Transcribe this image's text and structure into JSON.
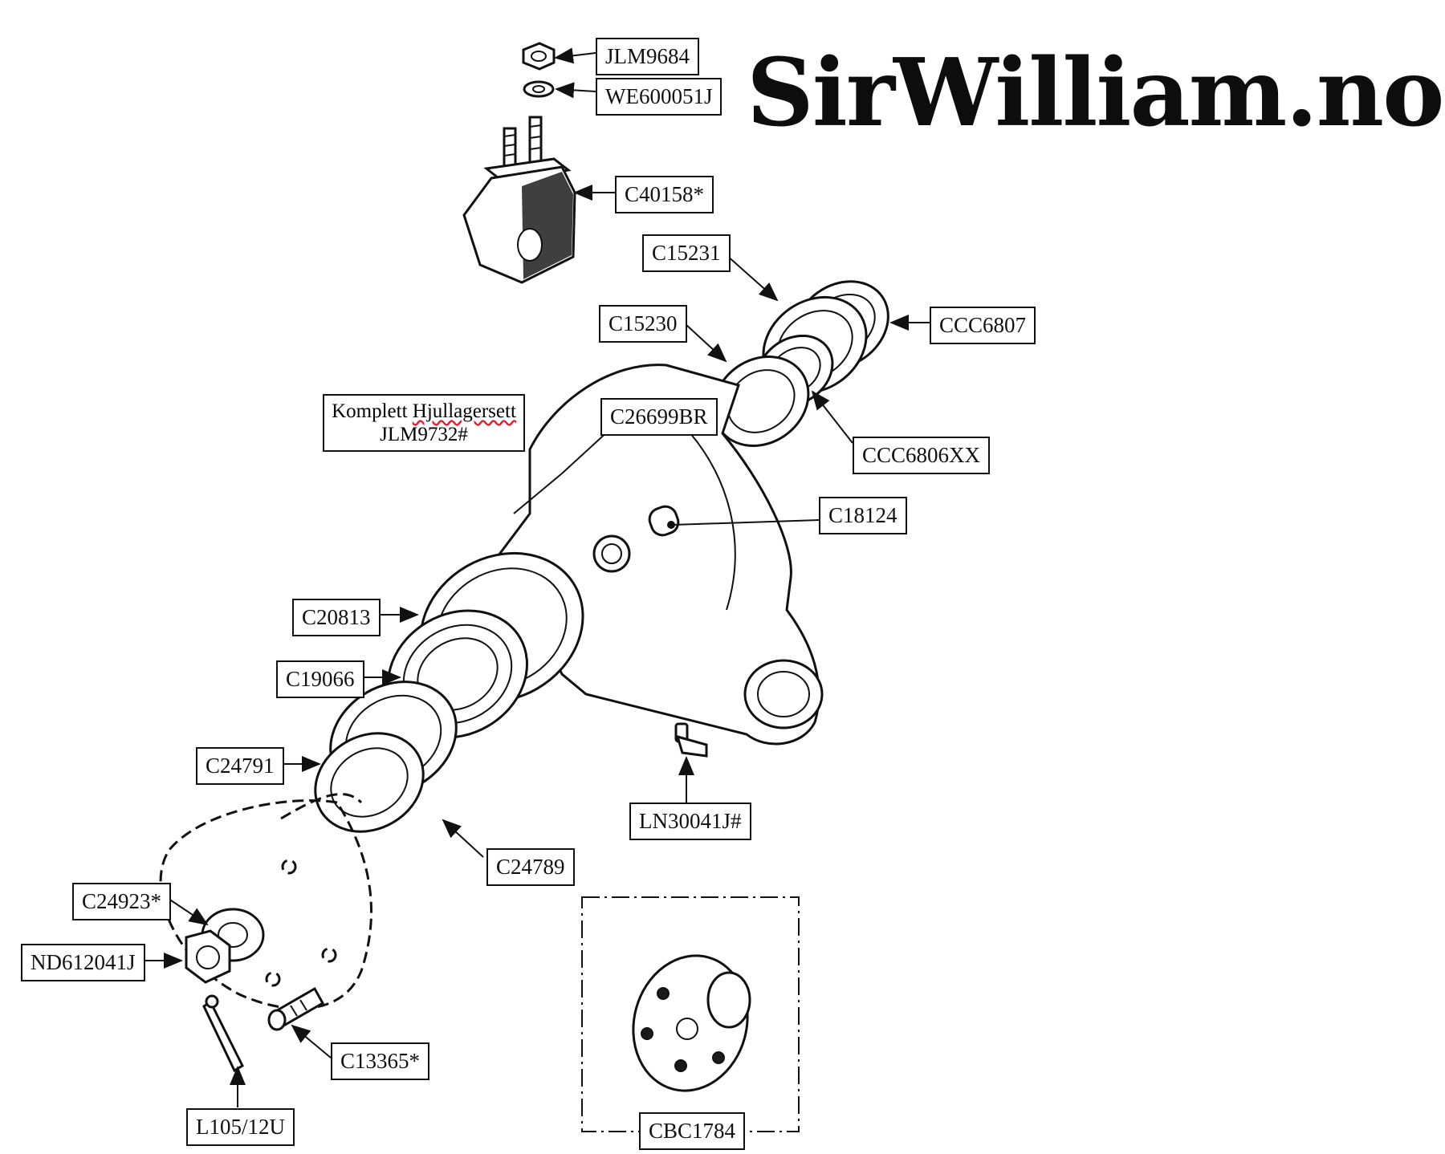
{
  "brand": {
    "text": "SirWilliam.no"
  },
  "kit": {
    "line1_prefix": "Komplett ",
    "line1_word": "Hjullagersett",
    "line2": "JLM9732#"
  },
  "labels": {
    "jlm9684": "JLM9684",
    "we600051j": "WE600051J",
    "c40158": "C40158*",
    "c15231": "C15231",
    "ccc6807": "CCC6807",
    "c15230": "C15230",
    "c26699br": "C26699BR",
    "ccc6806xx": "CCC6806XX",
    "c18124": "C18124",
    "c20813": "C20813",
    "c19066": "C19066",
    "c24791": "C24791",
    "ln30041j": "LN30041J#",
    "c24789": "C24789",
    "c24923": "C24923*",
    "nd612041j": "ND612041J",
    "c13365": "C13365*",
    "l105_12u": "L105/12U",
    "cbc1784": "CBC1784"
  }
}
